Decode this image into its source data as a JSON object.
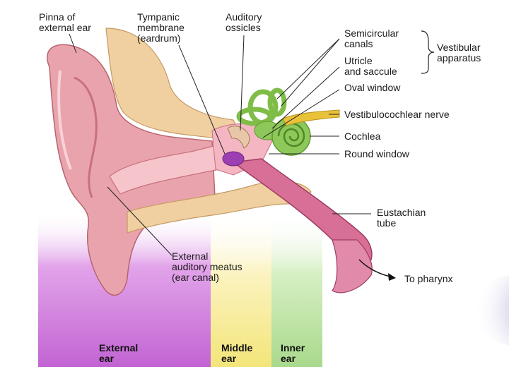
{
  "labels": {
    "pinna": "Pinna of\nexternal ear",
    "tympanic": "Tympanic\nmembrane\n(eardrum)",
    "ossicles": "Auditory\nossicles",
    "semicircular": "Semicircular\ncanals",
    "vestibular": "Vestibular\napparatus",
    "utricle": "Utricle\nand saccule",
    "oval_window": "Oval window",
    "nerve": "Vestibulocochlear nerve",
    "cochlea": "Cochlea",
    "round_window": "Round window",
    "eustachian": "Eustachian\ntube",
    "meatus": "External\nauditory meatus\n(ear canal)",
    "pharynx": "To pharynx"
  },
  "regions": {
    "external": "External\near",
    "middle": "Middle\near",
    "inner": "Inner\near"
  },
  "colors": {
    "external_region": "#c76ad6",
    "middle_region": "#f6eb8e",
    "inner_region": "#b7df9b",
    "skin": "#e9a3ad",
    "skin_dark": "#c9707c",
    "bone": "#f0cfa0",
    "canal": "#d86f96",
    "ossicles": "#8fc85a",
    "eardrum": "#9b3fb3",
    "nerve": "#e9c23a",
    "corner_accent": "#6b5fb5"
  }
}
